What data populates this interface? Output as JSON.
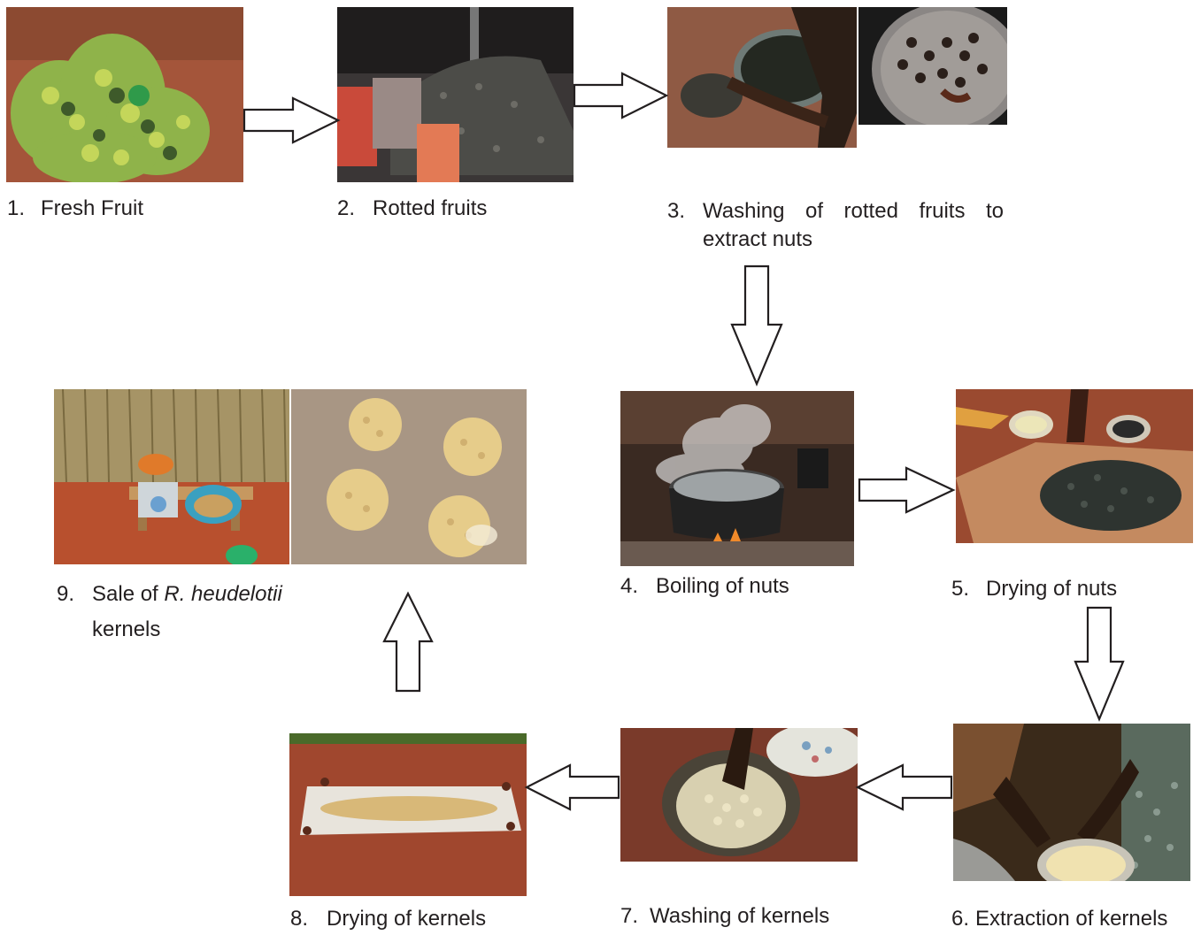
{
  "steps": [
    {
      "num": "1.",
      "label": "Fresh Fruit"
    },
    {
      "num": "2.",
      "label": "Rotted fruits"
    },
    {
      "num": "3.",
      "label_line1": "Washing of rotted fruits to",
      "label_line2": "extract nuts"
    },
    {
      "num": "4.",
      "label": "Boiling of nuts"
    },
    {
      "num": "5.",
      "label": "Drying of nuts"
    },
    {
      "num": "6.",
      "label": "Extraction of kernels"
    },
    {
      "num": "7.",
      "label": "Washing of kernels"
    },
    {
      "num": "8.",
      "label": "Drying of kernels"
    },
    {
      "num": "9.",
      "label_pre": "Sale of ",
      "label_italic": "R. heudelotii",
      "label_line2": "kernels"
    }
  ]
}
